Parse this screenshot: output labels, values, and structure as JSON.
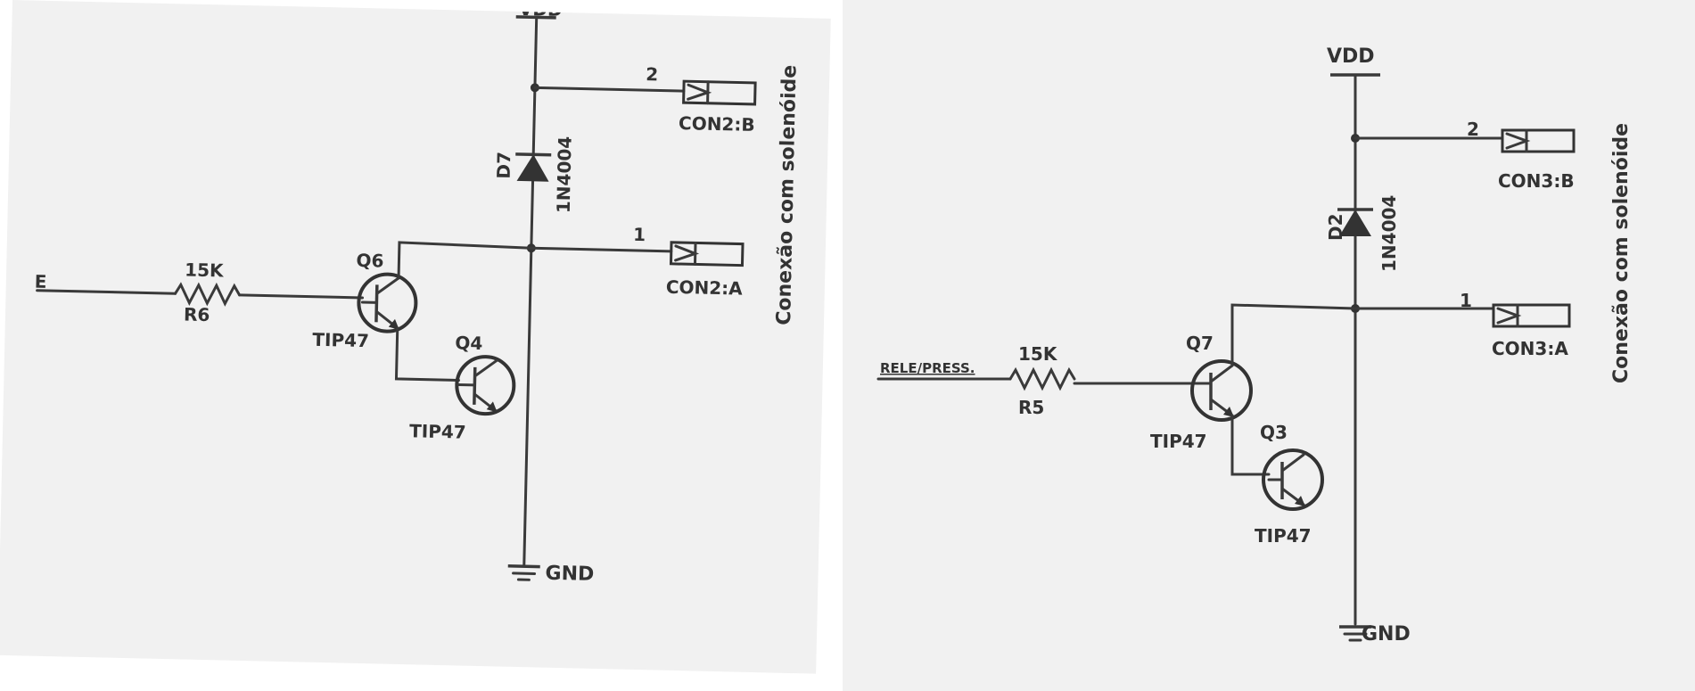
{
  "left": {
    "supply_label": "VDD",
    "input_label": "E",
    "resistor": {
      "value": "15K",
      "ref": "R6"
    },
    "transistor_a": {
      "ref": "Q6",
      "part": "TIP47"
    },
    "transistor_b": {
      "ref": "Q4",
      "part": "TIP47"
    },
    "diode": {
      "ref": "D7",
      "part": "1N4004"
    },
    "con_top": {
      "pin": "2",
      "name": "CON2:B"
    },
    "con_bottom": {
      "pin": "1",
      "name": "CON2:A"
    },
    "side_text": "Conexão com solenóide",
    "ground_label": "GND"
  },
  "right": {
    "supply_label": "VDD",
    "input_label": "RELE/PRESS.",
    "resistor": {
      "value": "15K",
      "ref": "R5"
    },
    "transistor_a": {
      "ref": "Q7",
      "part": "TIP47"
    },
    "transistor_b": {
      "ref": "Q3",
      "part": "TIP47"
    },
    "diode": {
      "ref": "D2",
      "part": "1N4004"
    },
    "con_top": {
      "pin": "2",
      "name": "CON3:B"
    },
    "con_bottom": {
      "pin": "1",
      "name": "CON3:A"
    },
    "side_text": "Conexão com solenóide",
    "ground_label": "GND"
  }
}
